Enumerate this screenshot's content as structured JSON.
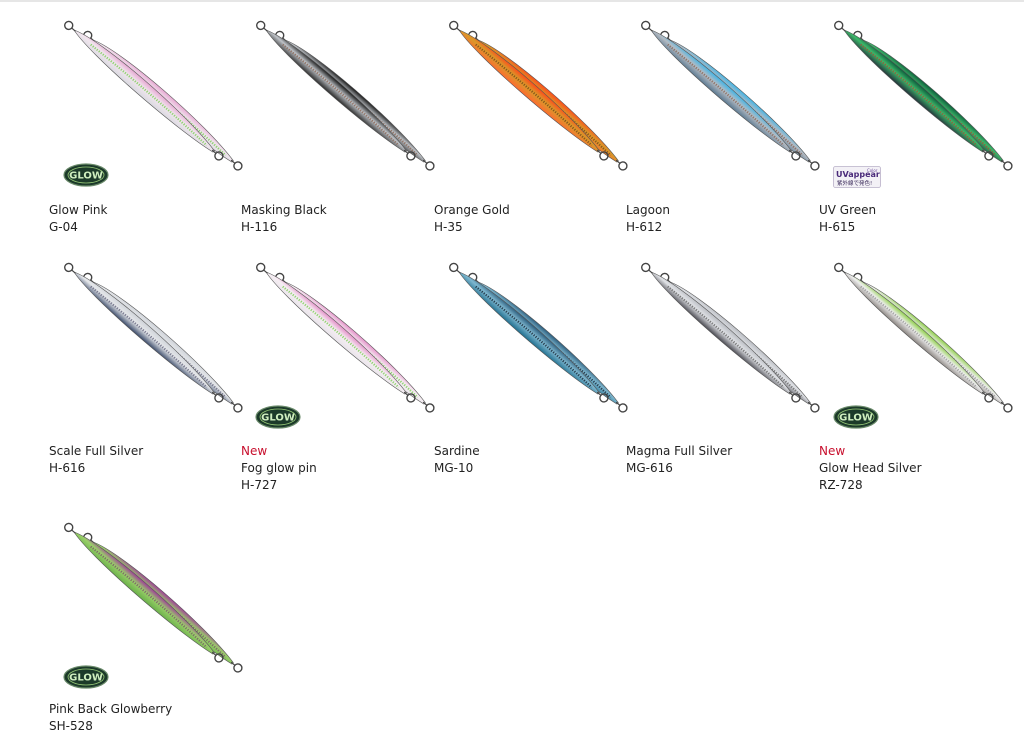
{
  "products": [
    {
      "name": "Glow Pink",
      "code": "G-04",
      "new": false,
      "badge": "glow",
      "colors": {
        "back": "#e7a6d2",
        "side": "#f1e6ee",
        "stripe": "#7fce5a",
        "belly": "#d9d9e0"
      }
    },
    {
      "name": "Masking Black",
      "code": "H-116",
      "new": false,
      "badge": "",
      "colors": {
        "back": "#151515",
        "side": "#bfc3c8",
        "stripe": "#8d6b5a",
        "belly": "#2a2a2a"
      }
    },
    {
      "name": "Orange Gold",
      "code": "H-35",
      "new": false,
      "badge": "",
      "colors": {
        "back": "#ff4a1a",
        "side": "#d89a2a",
        "stripe": "#7a4a1a",
        "belly": "#ff6a30"
      }
    },
    {
      "name": "Lagoon",
      "code": "H-612",
      "new": false,
      "badge": "",
      "colors": {
        "back": "#3fb4e6",
        "side": "#b5bcc4",
        "stripe": "#8a6a5a",
        "belly": "#5a7890"
      }
    },
    {
      "name": "UV Green",
      "code": "H-615",
      "new": false,
      "badge": "uv",
      "colors": {
        "back": "#0c5a3a",
        "side": "#3db86a",
        "stripe": "#9a5a3a",
        "belly": "#23303a"
      }
    },
    {
      "name": "Scale Full Silver",
      "code": "H-616",
      "new": false,
      "badge": "",
      "colors": {
        "back": "#cfd3d9",
        "side": "#e5e7ea",
        "stripe": "#6a6a82",
        "belly": "#3a4a6a"
      }
    },
    {
      "name": "Fog glow pin",
      "code": "H-727",
      "new": true,
      "badge": "glow",
      "colors": {
        "back": "#e48fc8",
        "side": "#f6eef3",
        "stripe": "#7fce5a",
        "belly": "#e8e4ea"
      }
    },
    {
      "name": "Sardine",
      "code": "MG-10",
      "new": false,
      "badge": "",
      "colors": {
        "back": "#2a5a7a",
        "side": "#7fb8d0",
        "stripe": "#1a2a3a",
        "belly": "#1f6e8e"
      }
    },
    {
      "name": "Magma Full Silver",
      "code": "MG-616",
      "new": false,
      "badge": "",
      "colors": {
        "back": "#b9bcc2",
        "side": "#e0e2e6",
        "stripe": "#6a6a6a",
        "belly": "#4a4a52"
      }
    },
    {
      "name": "Glow Head Silver",
      "code": "RZ-728",
      "new": true,
      "badge": "glow",
      "colors": {
        "back": "#8fd04a",
        "side": "#eeeeee",
        "stripe": "#9a9a9a",
        "belly": "#8a8480"
      }
    },
    {
      "name": "Pink Back Glowberry",
      "code": "SH-528",
      "new": false,
      "badge": "glow",
      "colors": {
        "back": "#a03a9a",
        "side": "#9ad06a",
        "stripe": "#7a5a6a",
        "belly": "#6ab04a"
      }
    }
  ],
  "labels": {
    "new": "New",
    "glow": "GLOW",
    "uv_brand": "UVappear",
    "uv_color": "Color",
    "uv_sub": "紫外線で発色!"
  }
}
